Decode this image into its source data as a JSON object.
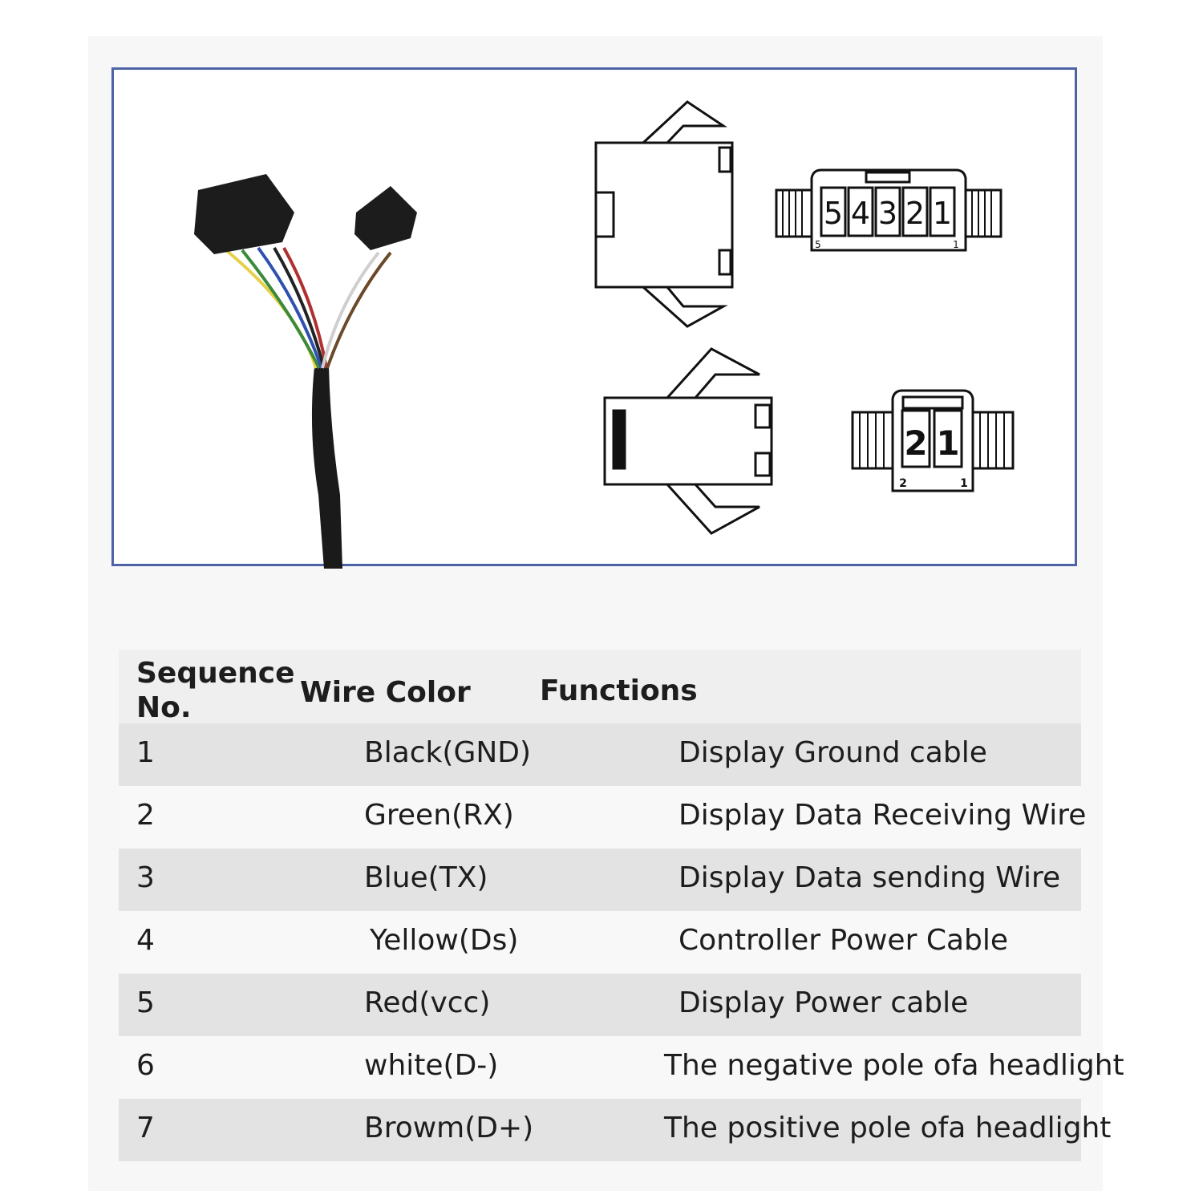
{
  "diagram": {
    "connector_5pin_numbers": [
      "5",
      "4",
      "3",
      "2",
      "1"
    ],
    "connector_5pin_edge_labels": [
      "5",
      "1"
    ],
    "connector_2pin_numbers": [
      "2",
      "1"
    ],
    "connector_2pin_edge_labels": [
      "2",
      "1"
    ]
  },
  "table": {
    "headers": {
      "sequence": "Sequence No.",
      "wire_color": "Wire Color",
      "functions": "Functions"
    },
    "rows": [
      {
        "no": "1",
        "color": "Black(GND)",
        "function": "Display Ground cable"
      },
      {
        "no": "2",
        "color": "Green(RX)",
        "function": "Display Data Receiving Wire"
      },
      {
        "no": "3",
        "color": "Blue(TX)",
        "function": "Display Data sending Wire"
      },
      {
        "no": "4",
        "color": "Yellow(Ds)",
        "function": "Controller Power Cable"
      },
      {
        "no": "5",
        "color": "Red(vcc)",
        "function": "Display Power cable"
      },
      {
        "no": "6",
        "color": "white(D-)",
        "function": "The negative pole ofa headlight"
      },
      {
        "no": "7",
        "color": "Browm(D+)",
        "function": "The positive pole ofa headlight"
      }
    ]
  },
  "colors": {
    "frame_border": "#4d63a6",
    "row_shade": "#e3e3e3",
    "row_plain": "#f8f8f8"
  }
}
